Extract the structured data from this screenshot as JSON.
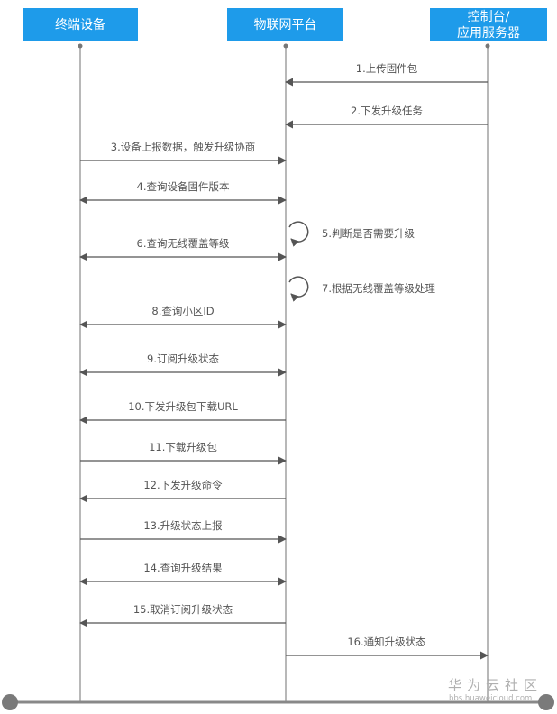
{
  "actors": [
    {
      "id": "device",
      "lines": [
        "终端设备"
      ]
    },
    {
      "id": "platform",
      "lines": [
        "物联网平台"
      ]
    },
    {
      "id": "console",
      "lines": [
        "控制台/",
        "应用服务器"
      ]
    }
  ],
  "messages": [
    {
      "label": "1.上传固件包",
      "from": "console",
      "to": "platform",
      "kind": "one-way"
    },
    {
      "label": "2.下发升级任务",
      "from": "console",
      "to": "platform",
      "kind": "one-way"
    },
    {
      "label": "3.设备上报数据，触发升级协商",
      "from": "device",
      "to": "platform",
      "kind": "one-way"
    },
    {
      "label": "4.查询设备固件版本",
      "from": "device",
      "to": "platform",
      "kind": "two-way"
    },
    {
      "label": "5.判断是否需要升级",
      "from": "platform",
      "to": "platform",
      "kind": "self"
    },
    {
      "label": "6.查询无线覆盖等级",
      "from": "device",
      "to": "platform",
      "kind": "two-way"
    },
    {
      "label": "7.根据无线覆盖等级处理",
      "from": "platform",
      "to": "platform",
      "kind": "self"
    },
    {
      "label": "8.查询小区ID",
      "from": "device",
      "to": "platform",
      "kind": "two-way"
    },
    {
      "label": "9.订阅升级状态",
      "from": "device",
      "to": "platform",
      "kind": "two-way"
    },
    {
      "label": "10.下发升级包下载URL",
      "from": "platform",
      "to": "device",
      "kind": "one-way"
    },
    {
      "label": "11.下载升级包",
      "from": "device",
      "to": "platform",
      "kind": "one-way"
    },
    {
      "label": "12.下发升级命令",
      "from": "platform",
      "to": "device",
      "kind": "one-way"
    },
    {
      "label": "13.升级状态上报",
      "from": "device",
      "to": "platform",
      "kind": "one-way"
    },
    {
      "label": "14.查询升级结果",
      "from": "device",
      "to": "platform",
      "kind": "two-way"
    },
    {
      "label": "15.取消订阅升级状态",
      "from": "platform",
      "to": "device",
      "kind": "one-way"
    },
    {
      "label": "16.通知升级状态",
      "from": "platform",
      "to": "console",
      "kind": "one-way"
    }
  ],
  "watermark": {
    "brand": "华为云社区",
    "url": "bbs.huaweicloud.com"
  },
  "colors": {
    "actor_fill": "#1e9bea",
    "actor_text": "#ffffff",
    "line": "#555555",
    "label": "#555555",
    "watermark": "#b0b0b0"
  }
}
